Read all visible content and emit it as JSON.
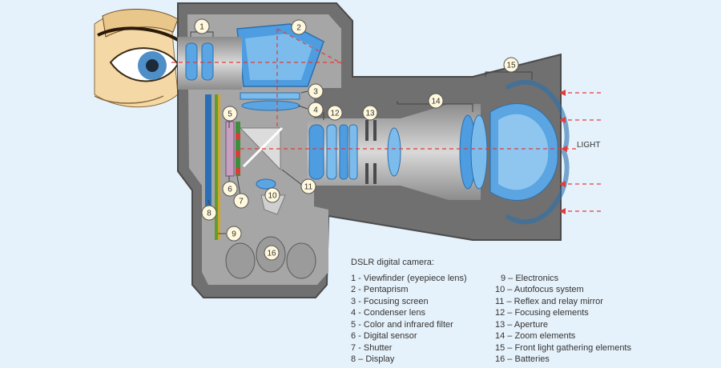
{
  "legend": {
    "title": "DSLR digital camera:",
    "left_items": [
      "1 - Viewfinder (eyepiece lens)",
      "2 - Pentaprism",
      "3 - Focusing screen",
      "4 - Condenser lens",
      "5 - Color and infrared filter",
      "6 - Digital sensor",
      "7 - Shutter",
      "8 – Display"
    ],
    "right_items": [
      "9 – Electronics",
      "10 – Autofocus system",
      "11 – Reflex and relay mirror",
      "12 – Focusing elements",
      "13 – Aperture",
      "14 – Zoom elements",
      "15 – Front light gathering elements",
      "16 – Batteries"
    ]
  },
  "callouts": [
    "1",
    "2",
    "3",
    "4",
    "5",
    "6",
    "7",
    "8",
    "9",
    "10",
    "11",
    "12",
    "13",
    "14",
    "15",
    "16"
  ],
  "light_label": "LIGHT",
  "colors": {
    "body_dark": "#6f6f6f",
    "body_light": "#a7a7a7",
    "glass": "#5ea7e3",
    "glass_light": "#9bcdf2",
    "light_ray": "#e23b3b",
    "background": "#e6f2fb"
  }
}
